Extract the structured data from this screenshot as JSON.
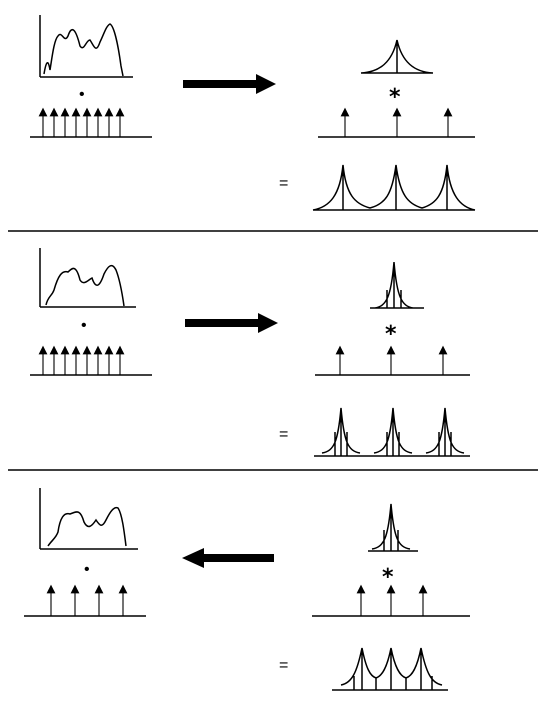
{
  "panels": [
    {
      "id": "panel-1",
      "dot_symbol": "•",
      "arrow_direction": "right",
      "conv_symbol": "*",
      "equals_symbol": "=",
      "left_impulse_count": 8,
      "right_impulse_count": 3,
      "result_peak_count": 3,
      "result_overlap": "touching"
    },
    {
      "id": "panel-2",
      "dot_symbol": "•",
      "arrow_direction": "right",
      "conv_symbol": "*",
      "equals_symbol": "=",
      "left_impulse_count": 8,
      "right_impulse_count": 3,
      "result_peak_count": 3,
      "result_overlap": "separated"
    },
    {
      "id": "panel-3",
      "dot_symbol": "•",
      "arrow_direction": "left",
      "conv_symbol": "*",
      "equals_symbol": "=",
      "left_impulse_count": 4,
      "right_impulse_count": 3,
      "result_peak_count": 3,
      "result_overlap": "overlapping"
    }
  ],
  "colors": {
    "ink": "#000000",
    "background": "#ffffff"
  }
}
